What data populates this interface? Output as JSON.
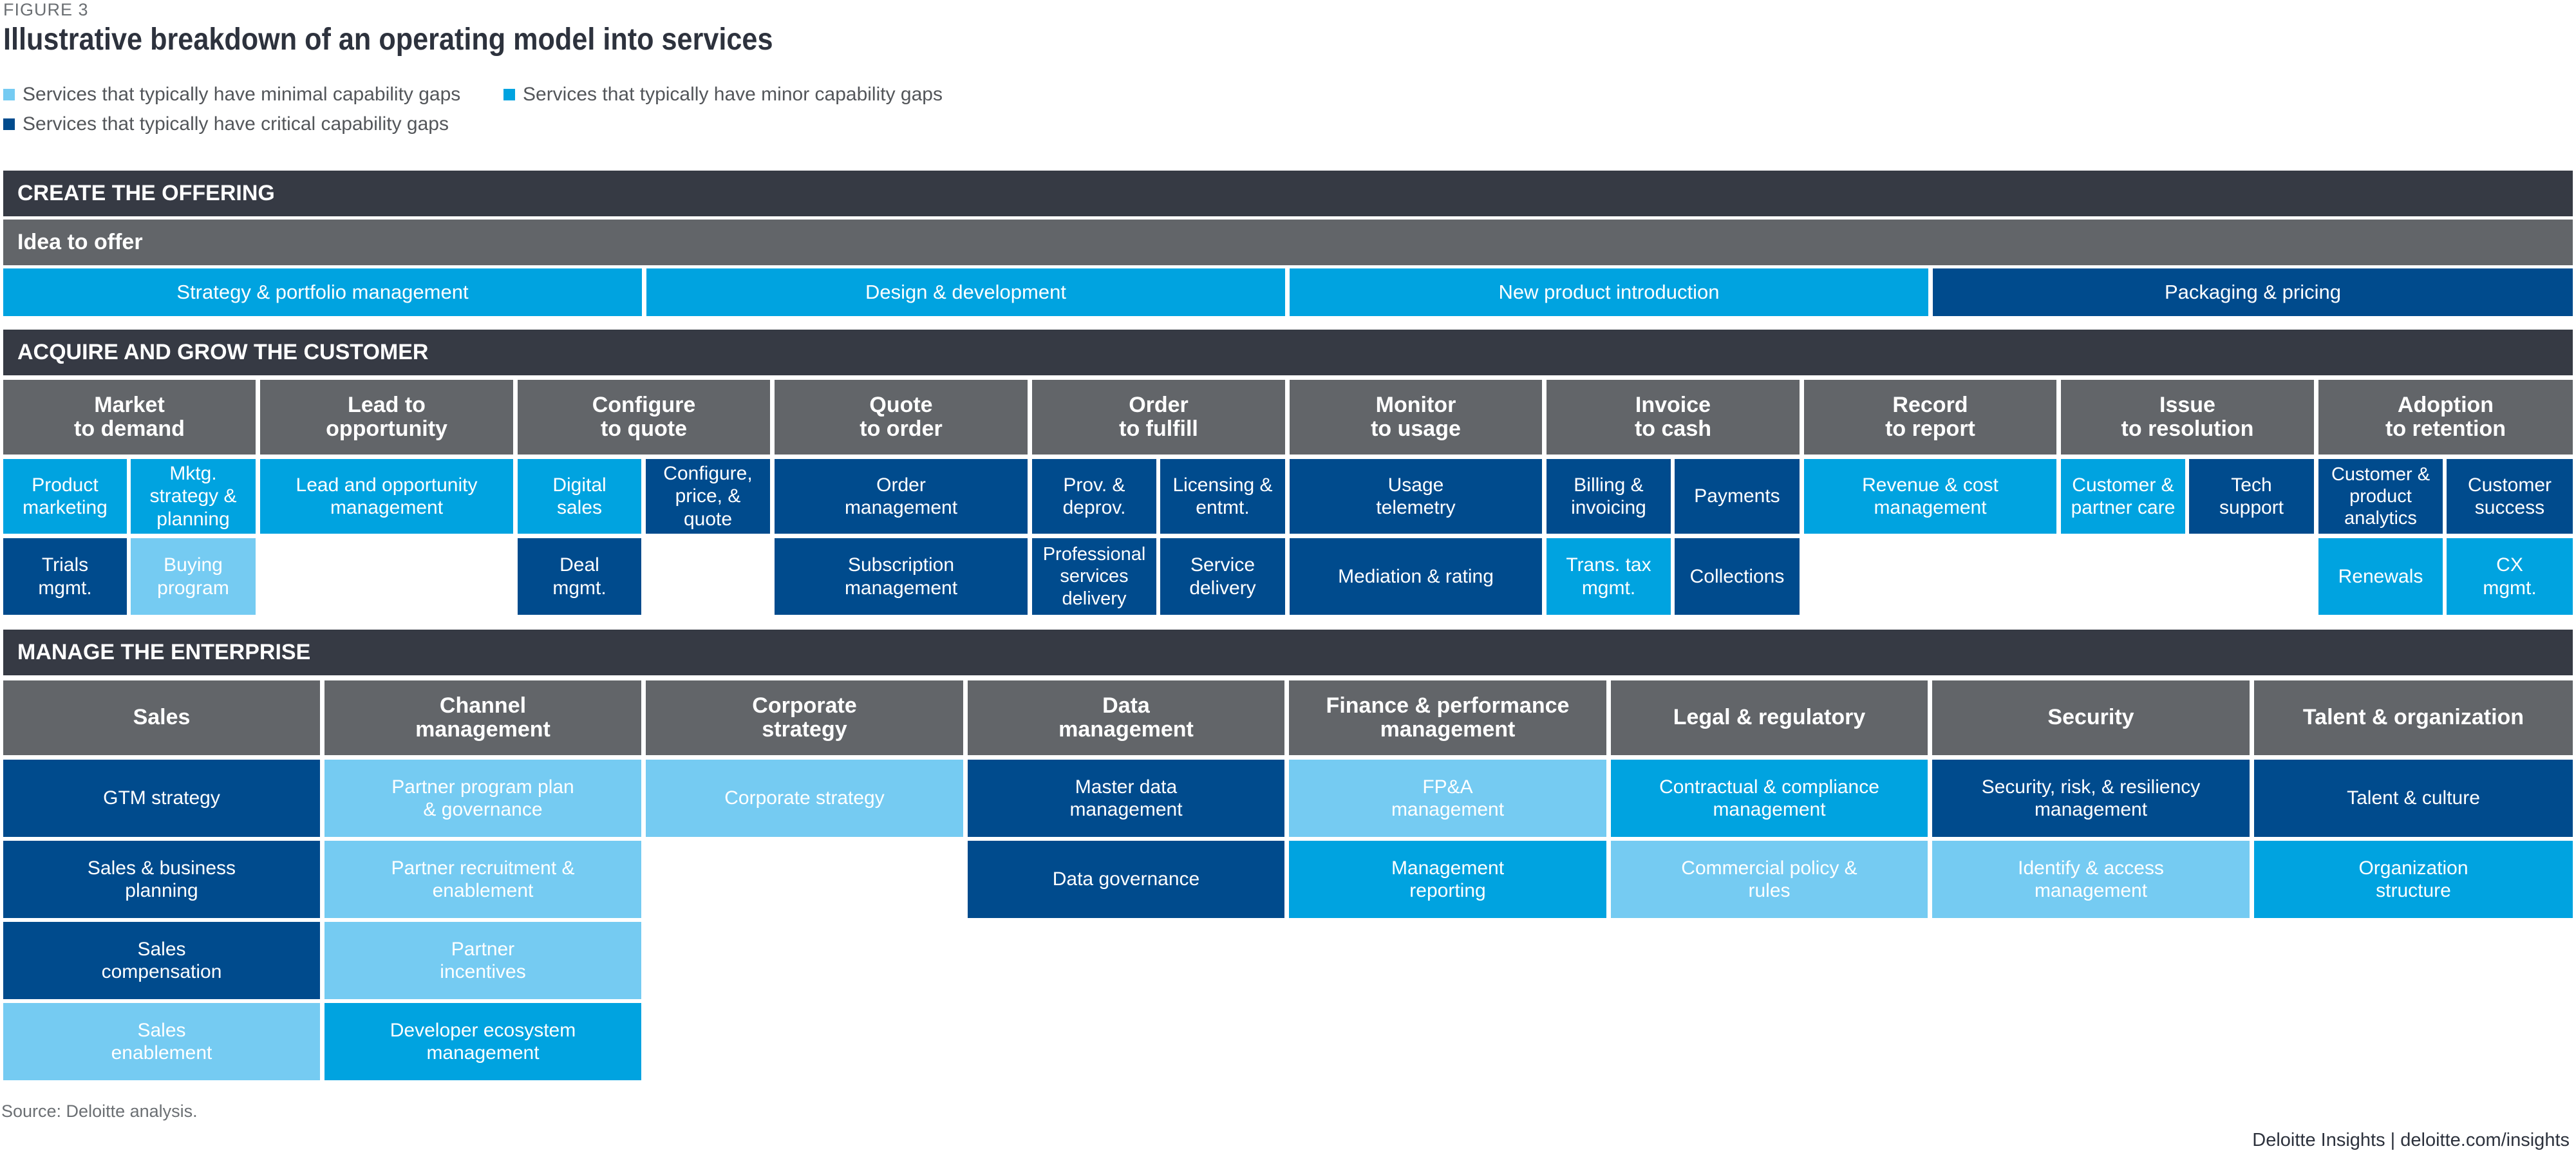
{
  "figure_label": "FIGURE 3",
  "title": "Illustrative breakdown of an operating model into services",
  "colors": {
    "minimal": "#75cbf2",
    "minor": "#00a3e0",
    "critical": "#004b8d",
    "header_dark": "#363a44",
    "header_gray": "#626569"
  },
  "legend": {
    "minimal": "Services that typically have minimal capability gaps",
    "minor": "Services that typically have minor capability gaps",
    "critical": "Services that typically have critical capability gaps"
  },
  "create": {
    "title": "CREATE THE OFFERING",
    "sub": "Idea to offer",
    "items": [
      {
        "label": "Strategy & portfolio management",
        "gap": "minor"
      },
      {
        "label": "Design & development",
        "gap": "minor"
      },
      {
        "label": "New product introduction",
        "gap": "minor"
      },
      {
        "label": "Packaging & pricing",
        "gap": "critical"
      }
    ]
  },
  "acquire": {
    "title": "ACQUIRE AND GROW THE CUSTOMER",
    "columns": [
      {
        "header": "Market\nto demand",
        "cells": [
          {
            "label": "Product\nmarketing",
            "gap": "minor"
          },
          {
            "label": "Mktg.\nstrategy &\nplanning",
            "gap": "minor"
          },
          {
            "label": "Trials\nmgmt.",
            "gap": "critical"
          },
          {
            "label": "Buying\nprogram",
            "gap": "minimal"
          }
        ]
      },
      {
        "header": "Lead to\nopportunity",
        "cells": [
          {
            "label": "Lead and opportunity\nmanagement",
            "gap": "minor"
          }
        ]
      },
      {
        "header": "Configure\nto quote",
        "cells": [
          {
            "label": "Digital\nsales",
            "gap": "minor"
          },
          {
            "label": "Configure,\nprice, &\nquote",
            "gap": "critical"
          },
          {
            "label": "Deal\nmgmt.",
            "gap": "critical"
          }
        ]
      },
      {
        "header": "Quote\nto order",
        "cells": [
          {
            "label": "Order\nmanagement",
            "gap": "critical"
          },
          {
            "label": "Subscription\nmanagement",
            "gap": "critical"
          }
        ]
      },
      {
        "header": "Order\nto fulfill",
        "cells": [
          {
            "label": "Prov. &\ndeprov.",
            "gap": "critical"
          },
          {
            "label": "Licensing &\nentmt.",
            "gap": "critical"
          },
          {
            "label": "Professional\nservices\ndelivery",
            "gap": "critical"
          },
          {
            "label": "Service\ndelivery",
            "gap": "critical"
          }
        ]
      },
      {
        "header": "Monitor\nto usage",
        "cells": [
          {
            "label": "Usage\ntelemetry",
            "gap": "critical"
          },
          {
            "label": "Mediation & rating",
            "gap": "critical"
          }
        ]
      },
      {
        "header": "Invoice\nto cash",
        "cells": [
          {
            "label": "Billing &\ninvoicing",
            "gap": "critical"
          },
          {
            "label": "Payments",
            "gap": "critical"
          },
          {
            "label": "Trans. tax\nmgmt.",
            "gap": "minor"
          },
          {
            "label": "Collections",
            "gap": "critical"
          }
        ]
      },
      {
        "header": "Record\nto report",
        "cells": [
          {
            "label": "Revenue & cost\nmanagement",
            "gap": "minor"
          }
        ]
      },
      {
        "header": "Issue\nto resolution",
        "cells": [
          {
            "label": "Customer &\npartner care",
            "gap": "minor"
          },
          {
            "label": "Tech\nsupport",
            "gap": "critical"
          }
        ]
      },
      {
        "header": "Adoption\nto retention",
        "cells": [
          {
            "label": "Customer &\nproduct\nanalytics",
            "gap": "critical"
          },
          {
            "label": "Customer\nsuccess",
            "gap": "critical"
          },
          {
            "label": "Renewals",
            "gap": "minor"
          },
          {
            "label": "CX\nmgmt.",
            "gap": "minor"
          }
        ]
      }
    ]
  },
  "manage": {
    "title": "MANAGE THE ENTERPRISE",
    "columns": [
      {
        "header": "Sales",
        "cells": [
          {
            "label": "GTM strategy",
            "gap": "critical"
          },
          {
            "label": "Sales & business\nplanning",
            "gap": "critical"
          },
          {
            "label": "Sales\ncompensation",
            "gap": "critical"
          },
          {
            "label": "Sales\nenablement",
            "gap": "minimal"
          }
        ]
      },
      {
        "header": "Channel\nmanagement",
        "cells": [
          {
            "label": "Partner program plan\n& governance",
            "gap": "minimal"
          },
          {
            "label": "Partner recruitment &\nenablement",
            "gap": "minimal"
          },
          {
            "label": "Partner\nincentives",
            "gap": "minimal"
          },
          {
            "label": "Developer ecosystem\nmanagement",
            "gap": "minor"
          }
        ]
      },
      {
        "header": "Corporate\nstrategy",
        "cells": [
          {
            "label": "Corporate strategy",
            "gap": "minimal"
          }
        ]
      },
      {
        "header": "Data\nmanagement",
        "cells": [
          {
            "label": "Master data\nmanagement",
            "gap": "critical"
          },
          {
            "label": "Data governance",
            "gap": "critical"
          }
        ]
      },
      {
        "header": "Finance & performance\nmanagement",
        "cells": [
          {
            "label": "FP&A\nmanagement",
            "gap": "minimal"
          },
          {
            "label": "Management\nreporting",
            "gap": "minor"
          }
        ]
      },
      {
        "header": "Legal & regulatory",
        "cells": [
          {
            "label": "Contractual & compliance\nmanagement",
            "gap": "minor"
          },
          {
            "label": "Commercial policy &\nrules",
            "gap": "minimal"
          }
        ]
      },
      {
        "header": "Security",
        "cells": [
          {
            "label": "Security, risk, & resiliency\nmanagement",
            "gap": "critical"
          },
          {
            "label": "Identify & access\nmanagement",
            "gap": "minimal"
          }
        ]
      },
      {
        "header": "Talent & organization",
        "cells": [
          {
            "label": "Talent & culture",
            "gap": "critical"
          },
          {
            "label": "Organization\nstructure",
            "gap": "minor"
          }
        ]
      }
    ]
  },
  "source": "Source: Deloitte analysis.",
  "credit": "Deloitte Insights | deloitte.com/insights"
}
